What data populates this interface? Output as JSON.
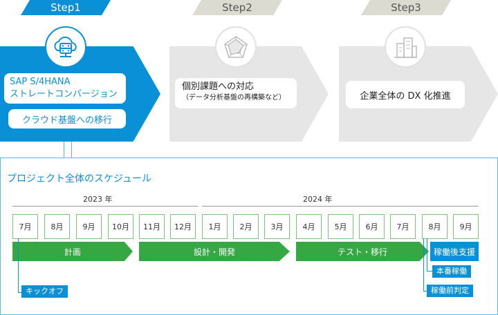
{
  "steps": [
    {
      "tab": "Step1"
    },
    {
      "tab": "Step2"
    },
    {
      "tab": "Step3"
    }
  ],
  "step1": {
    "box_line1": "SAP S/4HANA",
    "box_line2": "ストレートコンバージョン",
    "box2": "クラウド基盤への移行",
    "icon": "cloud-server-icon"
  },
  "step2": {
    "title": "個別課題への対応",
    "subtitle": "（データ分析基盤の再構築など）",
    "icon": "radar-chart-icon"
  },
  "step3": {
    "title": "企業全体の DX 化推進",
    "icon": "buildings-icon"
  },
  "schedule": {
    "title": "プロジェクト全体のスケジュール",
    "year1": "2023 年",
    "year2": "2024 年",
    "months": [
      "7月",
      "8月",
      "9月",
      "10月",
      "11月",
      "12月",
      "1月",
      "2月",
      "3月",
      "4月",
      "5月",
      "6月",
      "7月",
      "8月",
      "9月"
    ],
    "phases": [
      "計画",
      "設計・開発",
      "テスト・移行",
      "稼働後支援"
    ],
    "milestones": [
      "キックオフ",
      "本番稼働",
      "稼働前判定"
    ]
  },
  "colors": {
    "accent": "#0a90d6",
    "green": "#35a844",
    "gray": "#e6e6e6",
    "tab_gray": "#dcdbd2"
  }
}
